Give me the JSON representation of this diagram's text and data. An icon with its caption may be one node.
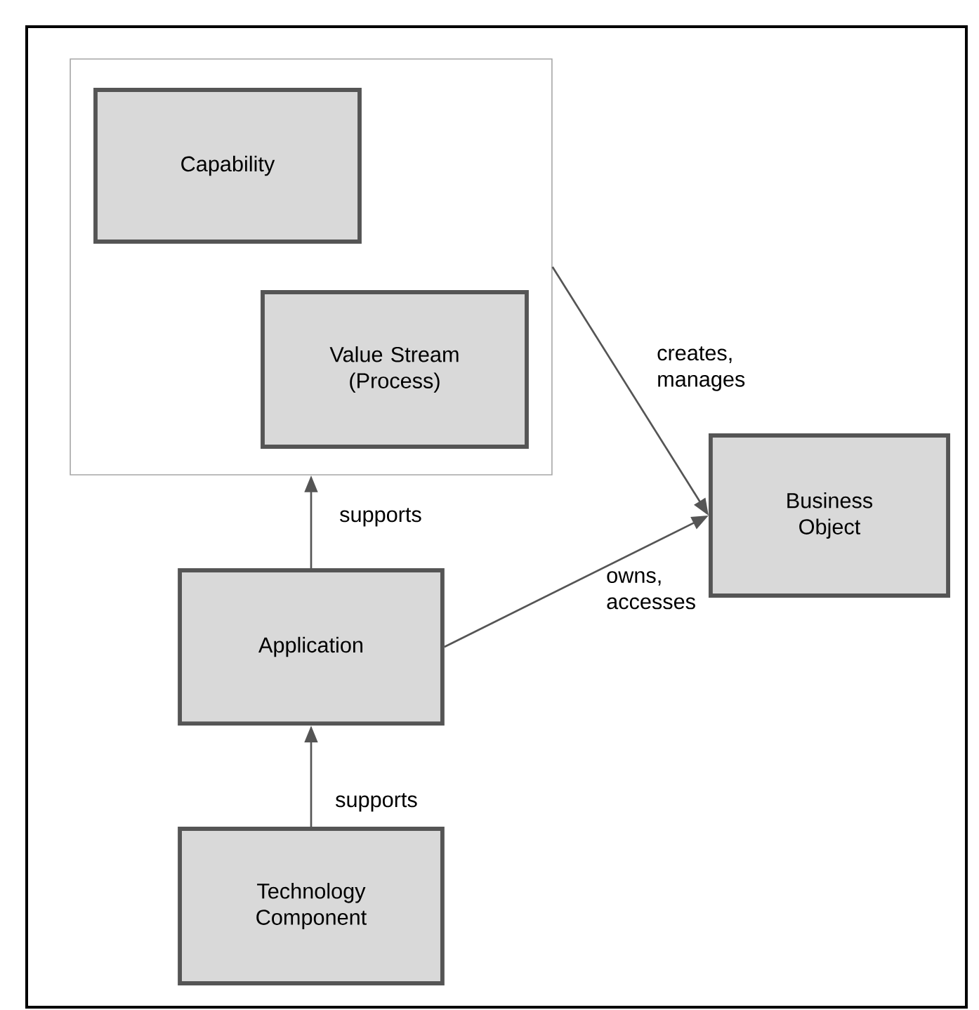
{
  "diagram": {
    "nodes": [
      {
        "text": [],
        "shape": "box"
      },
      {
        "text": [
          "Capability"
        ],
        "in": 0
      },
      {
        "text": [
          "Value Stream (Process)"
        ],
        "in": 0
      },
      {
        "text": [
          "Business Object"
        ]
      },
      {
        "text": [
          "Application"
        ]
      },
      {
        "text": [
          "Technology Component"
        ]
      }
    ],
    "edges": [
      {
        "from": 0,
        "to": 3,
        "arrow": "to",
        "label": "creates, manages"
      },
      {
        "from": 4,
        "to": 0,
        "arrow": "to",
        "label": "supports"
      },
      {
        "from": 4,
        "to": 3,
        "arrow": "to",
        "label": "owns, accesses"
      },
      {
        "from": 5,
        "to": 4,
        "arrow": "to",
        "label": "supports"
      }
    ]
  }
}
